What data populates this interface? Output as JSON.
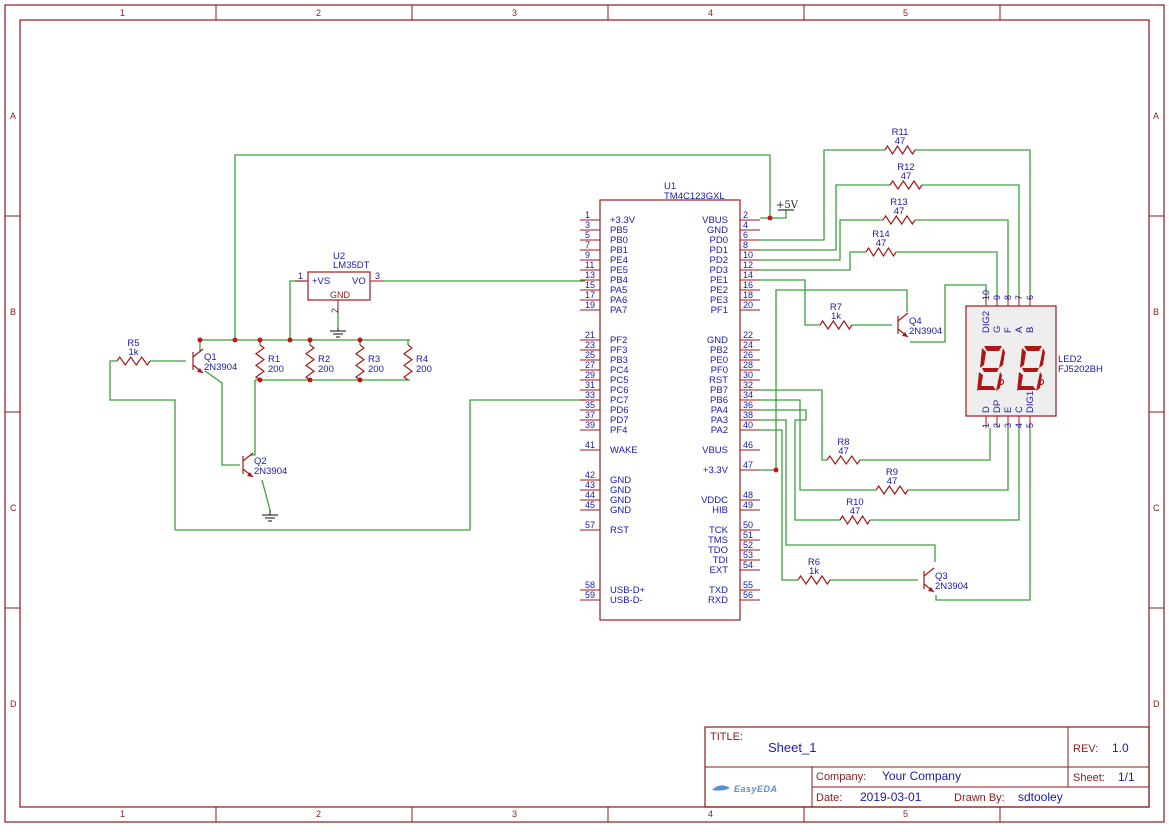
{
  "frame": {
    "columns": [
      "1",
      "2",
      "3",
      "4",
      "5"
    ],
    "rows": [
      "A",
      "B",
      "C",
      "D"
    ]
  },
  "u1": {
    "ref": "U1",
    "part": "TM4C123GXL",
    "left_pins": [
      {
        "num": "1",
        "name": "+3.3V"
      },
      {
        "num": "3",
        "name": "PB5"
      },
      {
        "num": "5",
        "name": "PB0"
      },
      {
        "num": "7",
        "name": "PB1"
      },
      {
        "num": "9",
        "name": "PE4"
      },
      {
        "num": "11",
        "name": "PE5"
      },
      {
        "num": "13",
        "name": "PB4"
      },
      {
        "num": "15",
        "name": "PA5"
      },
      {
        "num": "17",
        "name": "PA6"
      },
      {
        "num": "19",
        "name": "PA7"
      },
      {
        "num": "21",
        "name": "PF2"
      },
      {
        "num": "23",
        "name": "PF3"
      },
      {
        "num": "25",
        "name": "PB3"
      },
      {
        "num": "27",
        "name": "PC4"
      },
      {
        "num": "29",
        "name": "PC5"
      },
      {
        "num": "31",
        "name": "PC6"
      },
      {
        "num": "33",
        "name": "PC7"
      },
      {
        "num": "35",
        "name": "PD6"
      },
      {
        "num": "37",
        "name": "PD7"
      },
      {
        "num": "39",
        "name": "PF4"
      },
      {
        "num": "41",
        "name": "WAKE"
      },
      {
        "num": "42",
        "name": "GND"
      },
      {
        "num": "43",
        "name": "GND"
      },
      {
        "num": "44",
        "name": "GND"
      },
      {
        "num": "45",
        "name": "GND"
      },
      {
        "num": "57",
        "name": "RST"
      },
      {
        "num": "58",
        "name": "USB-D+"
      },
      {
        "num": "59",
        "name": "USB-D-"
      }
    ],
    "right_pins": [
      {
        "num": "2",
        "name": "VBUS"
      },
      {
        "num": "4",
        "name": "GND"
      },
      {
        "num": "6",
        "name": "PD0"
      },
      {
        "num": "8",
        "name": "PD1"
      },
      {
        "num": "10",
        "name": "PD2"
      },
      {
        "num": "12",
        "name": "PD3"
      },
      {
        "num": "14",
        "name": "PE1"
      },
      {
        "num": "16",
        "name": "PE2"
      },
      {
        "num": "18",
        "name": "PE3"
      },
      {
        "num": "20",
        "name": "PF1"
      },
      {
        "num": "22",
        "name": "GND"
      },
      {
        "num": "24",
        "name": "PB2"
      },
      {
        "num": "26",
        "name": "PE0"
      },
      {
        "num": "28",
        "name": "PF0"
      },
      {
        "num": "30",
        "name": "RST"
      },
      {
        "num": "32",
        "name": "PB7"
      },
      {
        "num": "34",
        "name": "PB6"
      },
      {
        "num": "36",
        "name": "PA4"
      },
      {
        "num": "38",
        "name": "PA3"
      },
      {
        "num": "40",
        "name": "PA2"
      },
      {
        "num": "46",
        "name": "VBUS"
      },
      {
        "num": "47",
        "name": "+3.3V"
      },
      {
        "num": "48",
        "name": "VDDC"
      },
      {
        "num": "49",
        "name": "HIB"
      },
      {
        "num": "50",
        "name": "TCK"
      },
      {
        "num": "51",
        "name": "TMS"
      },
      {
        "num": "52",
        "name": "TDO"
      },
      {
        "num": "53",
        "name": "TDI"
      },
      {
        "num": "54",
        "name": "EXT"
      },
      {
        "num": "55",
        "name": "TXD"
      },
      {
        "num": "56",
        "name": "RXD"
      }
    ]
  },
  "u2": {
    "ref": "U2",
    "part": "LM35DT",
    "pin_vs": "+VS",
    "pin_vo": "VO",
    "pin_gnd": "GND",
    "n1": "1",
    "n2": "2",
    "n3": "3"
  },
  "resistors": [
    {
      "ref": "R1",
      "value": "200"
    },
    {
      "ref": "R2",
      "value": "200"
    },
    {
      "ref": "R3",
      "value": "200"
    },
    {
      "ref": "R4",
      "value": "200"
    },
    {
      "ref": "R5",
      "value": "1k"
    },
    {
      "ref": "R6",
      "value": "1k"
    },
    {
      "ref": "R7",
      "value": "1k"
    },
    {
      "ref": "R8",
      "value": "47"
    },
    {
      "ref": "R9",
      "value": "47"
    },
    {
      "ref": "R10",
      "value": "47"
    },
    {
      "ref": "R11",
      "value": "47"
    },
    {
      "ref": "R12",
      "value": "47"
    },
    {
      "ref": "R13",
      "value": "47"
    },
    {
      "ref": "R14",
      "value": "47"
    }
  ],
  "transistors": [
    {
      "ref": "Q1",
      "part": "2N3904"
    },
    {
      "ref": "Q2",
      "part": "2N3904"
    },
    {
      "ref": "Q3",
      "part": "2N3904"
    },
    {
      "ref": "Q4",
      "part": "2N3904"
    }
  ],
  "power": {
    "label": "+5V"
  },
  "led": {
    "ref": "LED2",
    "part": "FJ5202BH",
    "top_pins": [
      {
        "num": "10",
        "name": "DIG2"
      },
      {
        "num": "9",
        "name": "G"
      },
      {
        "num": "8",
        "name": "F"
      },
      {
        "num": "7",
        "name": "A"
      },
      {
        "num": "6",
        "name": "B"
      }
    ],
    "bottom_pins": [
      {
        "num": "1",
        "name": "D"
      },
      {
        "num": "2",
        "name": "DP"
      },
      {
        "num": "3",
        "name": "E"
      },
      {
        "num": "4",
        "name": "C"
      },
      {
        "num": "5",
        "name": "DIG1"
      }
    ]
  },
  "titleblock": {
    "title_label": "TITLE:",
    "title": "Sheet_1",
    "rev_label": "REV:",
    "rev": "1.0",
    "company_label": "Company:",
    "company": "Your Company",
    "sheet_label": "Sheet:",
    "sheet": "1/1",
    "date_label": "Date:",
    "date": "2019-03-01",
    "drawn_label": "Drawn By:",
    "drawn": "sdtooley",
    "logo_text": "EasyEDA"
  }
}
